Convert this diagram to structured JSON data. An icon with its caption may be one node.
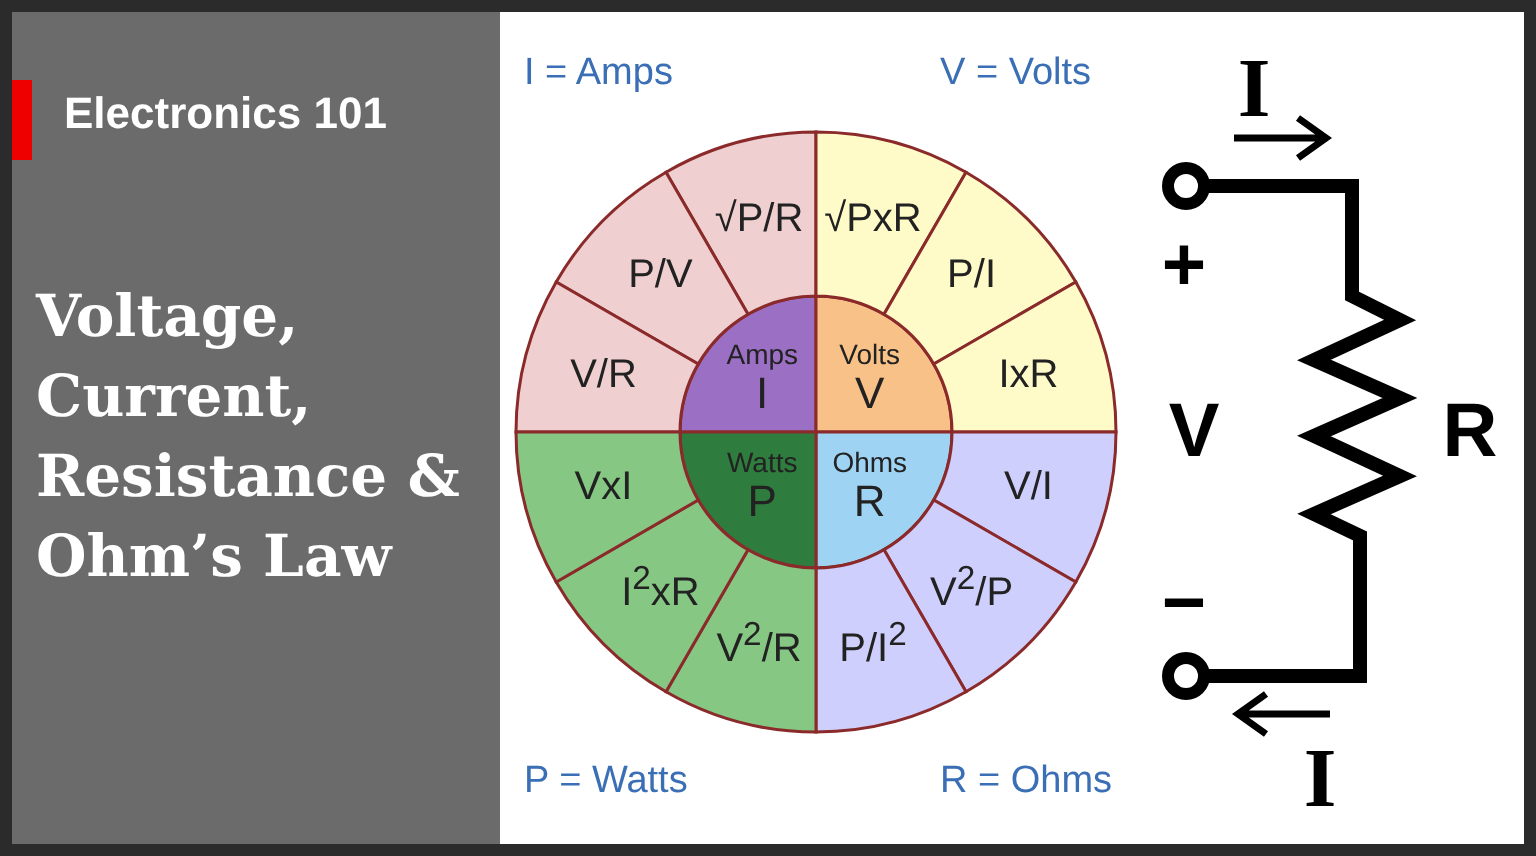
{
  "diagram": {
    "title": "Voltage, Current, Resistance & Ohm’s Law",
    "nodes": [
      {
        "text": [
          "Amps",
          "I"
        ]
      },
      {
        "text": [
          "√P/R"
        ]
      },
      {
        "text": [
          "P/V"
        ]
      },
      {
        "text": [
          "V/R"
        ]
      },
      {
        "text": [
          "Volts",
          "V"
        ]
      },
      {
        "text": [
          "√PxR"
        ]
      },
      {
        "text": [
          "P/I"
        ]
      },
      {
        "text": [
          "IxR"
        ]
      },
      {
        "text": [
          "Ohms",
          "R"
        ]
      },
      {
        "text": [
          "V/I"
        ]
      },
      {
        "text": [
          "V$^{2}$/P"
        ]
      },
      {
        "text": [
          "P/I$^{2}$"
        ]
      },
      {
        "text": [
          "Watts",
          "P"
        ]
      },
      {
        "text": [
          "V$^{2}$/R"
        ]
      },
      {
        "text": [
          "I$^{2}$xR"
        ]
      },
      {
        "text": [
          "VxI"
        ]
      }
    ],
    "edges": [],
    "labels": [
      "Electronics 101",
      "I = Amps",
      "V = Volts",
      "P = Watts",
      "R = Ohms",
      "I",
      "+",
      "V",
      "R",
      "−",
      "I"
    ]
  }
}
